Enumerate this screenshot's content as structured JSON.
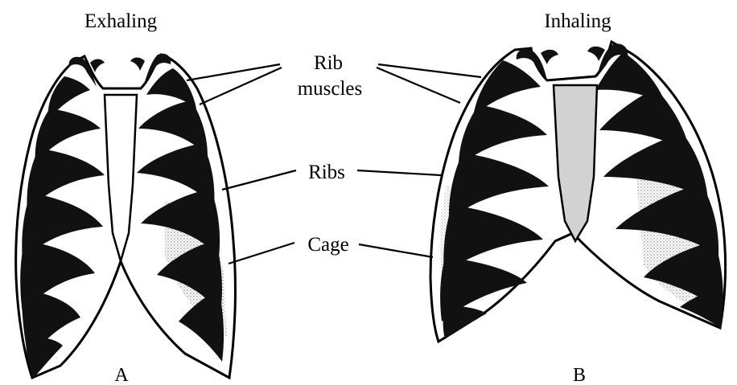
{
  "titles": {
    "left": "Exhaling",
    "right": "Inhaling"
  },
  "labels": {
    "rib_muscles_line1": "Rib",
    "rib_muscles_line2": "muscles",
    "ribs": "Ribs",
    "cage": "Cage"
  },
  "captions": {
    "left": "A",
    "right": "B"
  },
  "colors": {
    "rib": "#111111",
    "cage": "#ffffff",
    "shading": "#9a9a9a",
    "sternum": "#ffffff",
    "sternum_inhale": "#d2d2d2"
  }
}
